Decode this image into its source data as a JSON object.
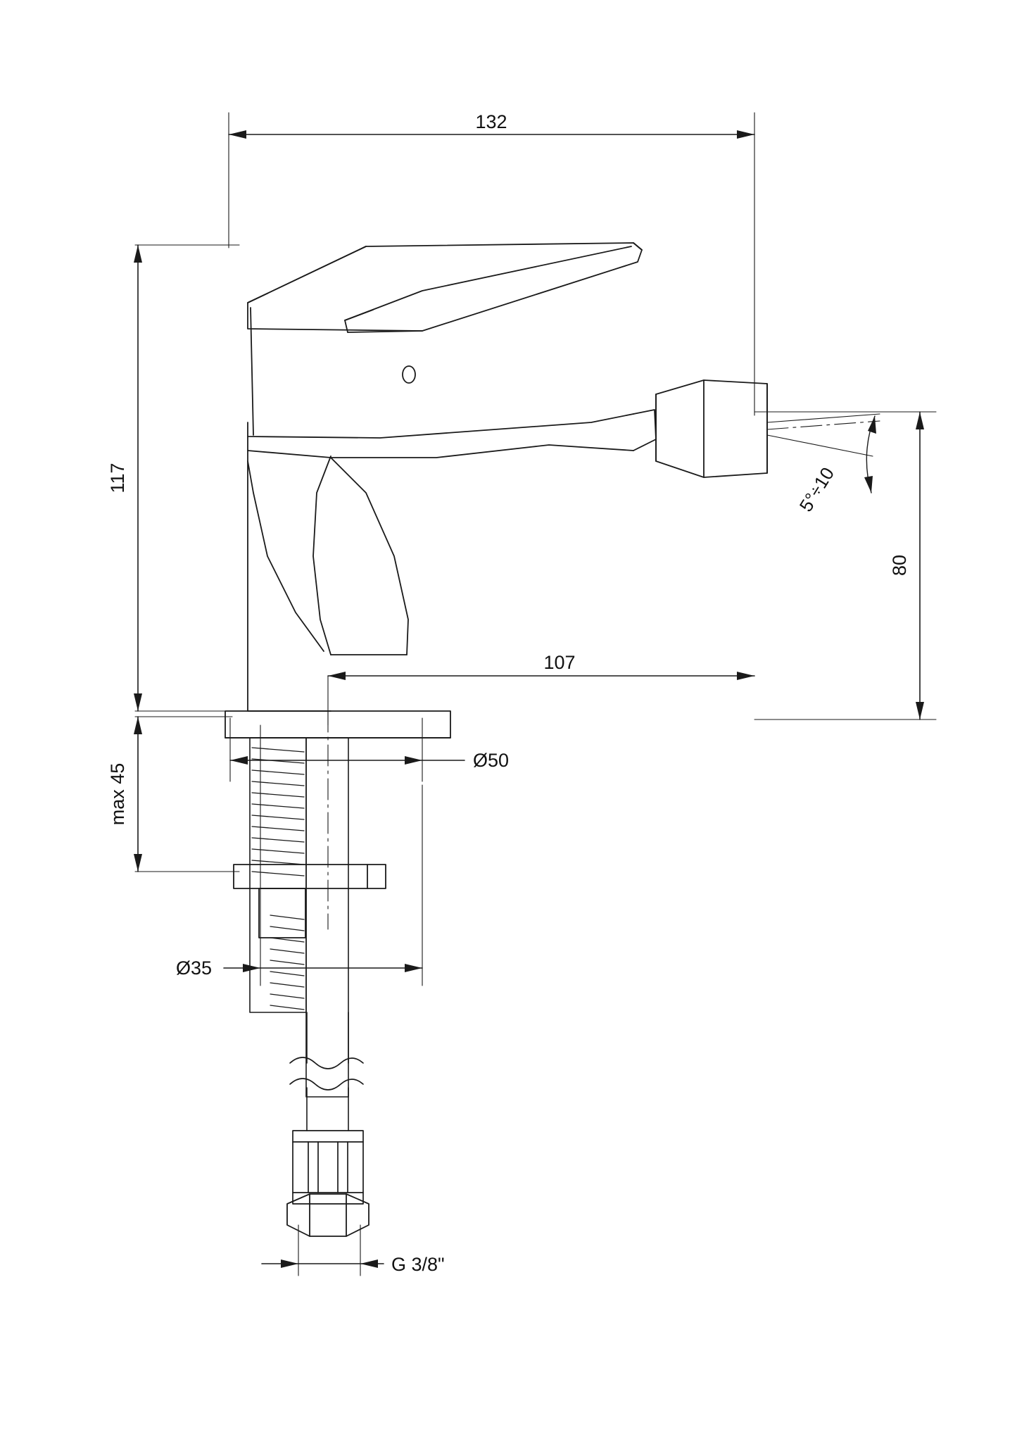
{
  "drawing": {
    "title": "Bidet mixer tap technical dimension drawing",
    "units": "mm",
    "line_color": "#1a1a1a",
    "background_color": "#ffffff"
  },
  "dimensions": {
    "overall_width": "132",
    "overall_height": "117",
    "spout_reach": "107",
    "spout_height": "80",
    "mounting_flange_diameter": "Ø50",
    "mounting_hole_diameter": "Ø35",
    "max_deck_thickness": "max 45",
    "thread_size": "G 3/8\"",
    "aerator_angle": "5°÷10"
  },
  "labels": [
    {
      "name": "width-132",
      "text": "132"
    },
    {
      "name": "height-117",
      "text": "117"
    },
    {
      "name": "reach-107",
      "text": "107"
    },
    {
      "name": "spout-height-80",
      "text": "80"
    },
    {
      "name": "flange-dia-50",
      "text": "Ø50"
    },
    {
      "name": "hole-dia-35",
      "text": "Ø35"
    },
    {
      "name": "max-deck-45",
      "text": "max 45"
    },
    {
      "name": "thread-g38",
      "text": "G 3/8\""
    },
    {
      "name": "angle-5-10",
      "text": "5°÷10"
    }
  ]
}
